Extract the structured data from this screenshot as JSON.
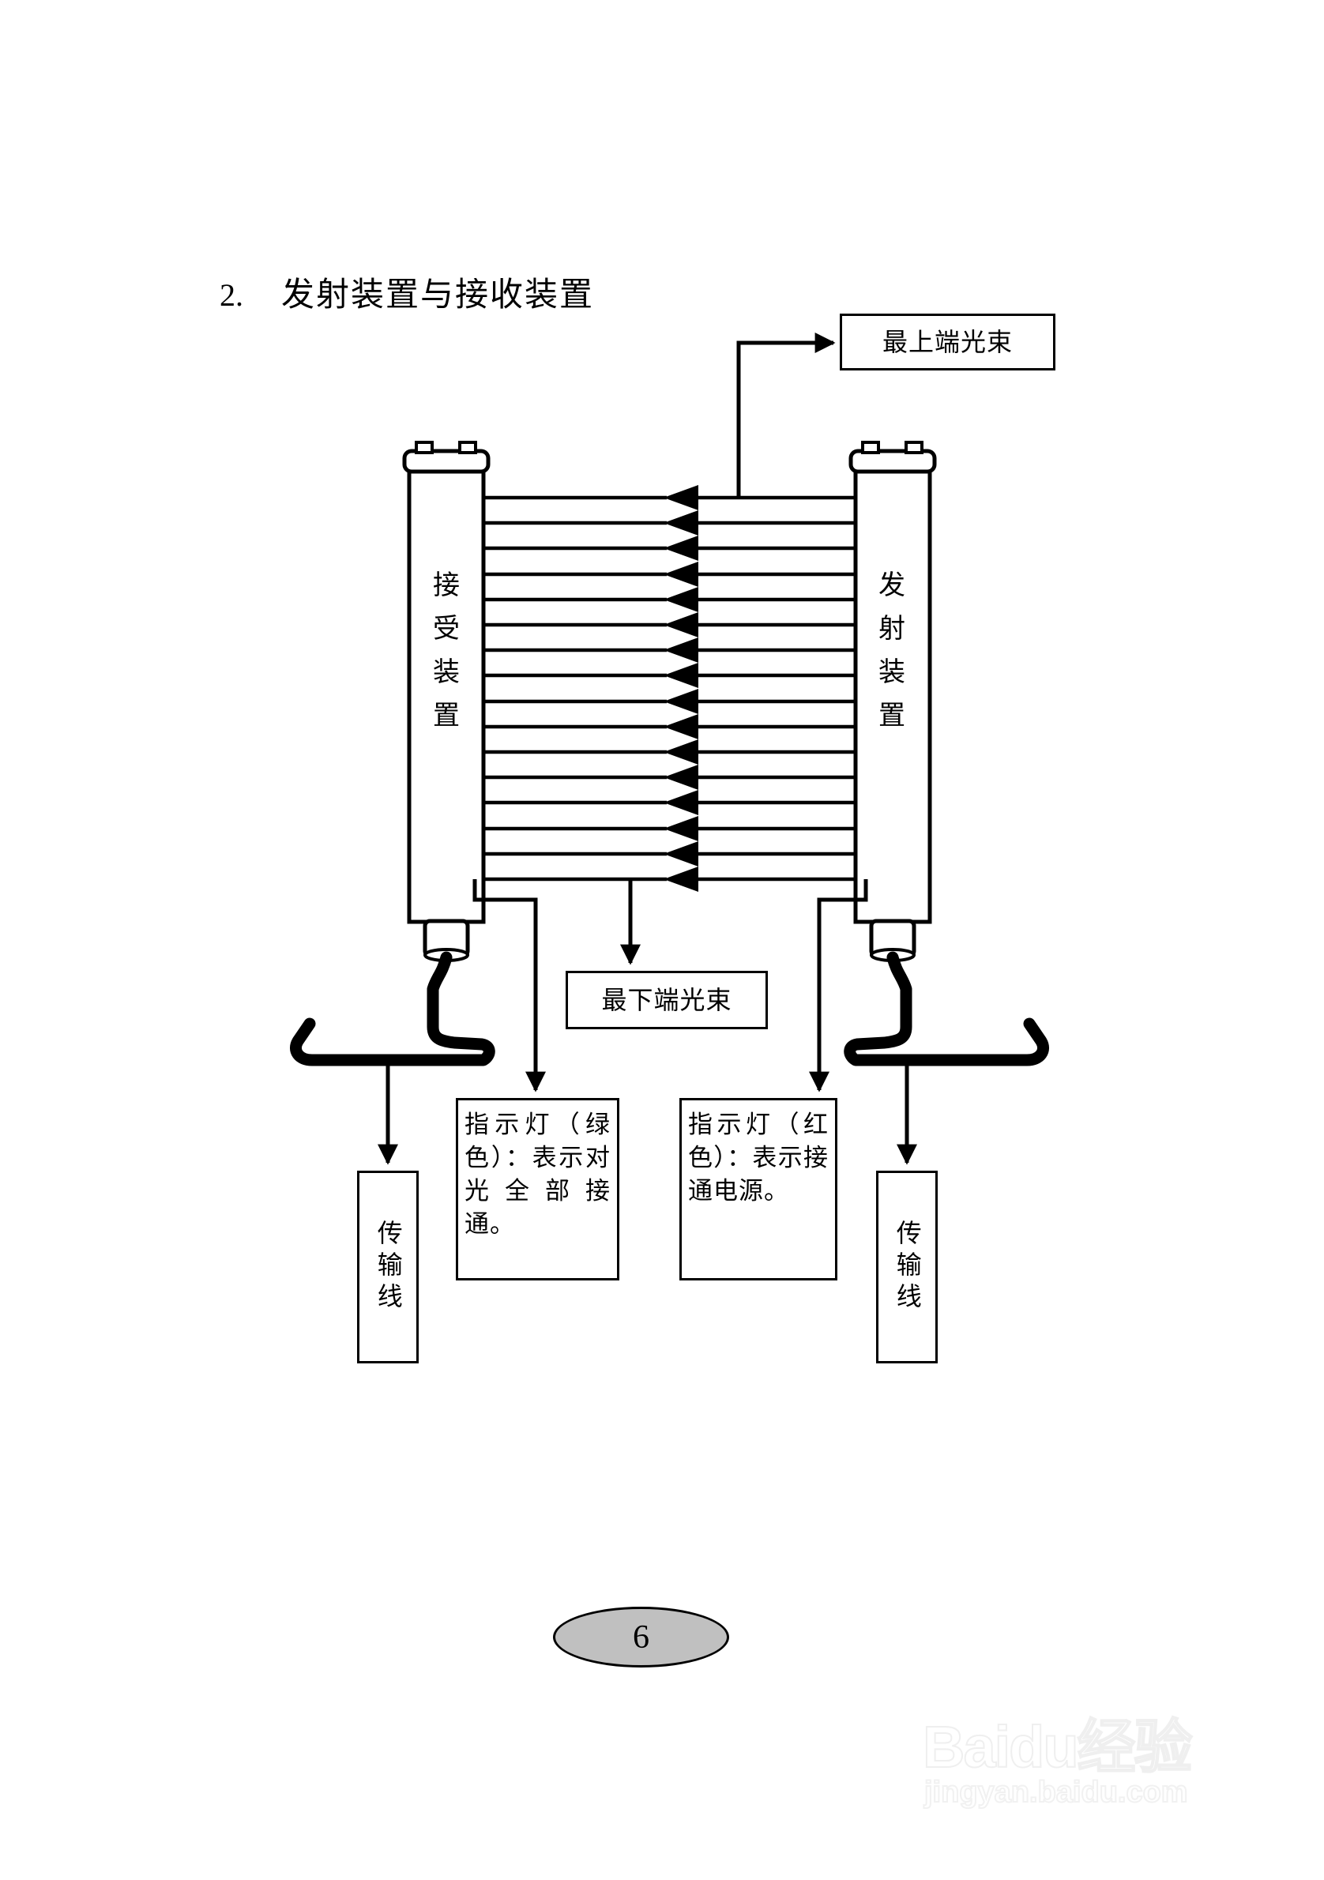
{
  "heading": {
    "number": "2.",
    "title": "发射装置与接收装置"
  },
  "devices": {
    "left": {
      "label": "接受装置",
      "chars": [
        "接",
        "受",
        "装",
        "置"
      ]
    },
    "right": {
      "label": "发射装置",
      "chars": [
        "发",
        "射",
        "装",
        "置"
      ]
    }
  },
  "labels": {
    "top_beam": "最上端光束",
    "bottom_beam": "最下端光束",
    "green_indicator": "指示灯（绿色）：表示对光全部接通。",
    "red_indicator": "指示灯（红色）：表示接通电源。",
    "cable_left": "传输线",
    "cable_right": "传输线"
  },
  "beams": {
    "count": 16,
    "direction": "right-to-left",
    "description": "光束"
  },
  "footer": {
    "page_number": "6"
  },
  "watermark": {
    "main": "Baidu经验",
    "sub": "jingyan.baidu.com"
  },
  "colors": {
    "ink": "#000000",
    "page_bg": "#ffffff",
    "page_number_fill": "#c0c0c0",
    "watermark": "#efefef"
  }
}
